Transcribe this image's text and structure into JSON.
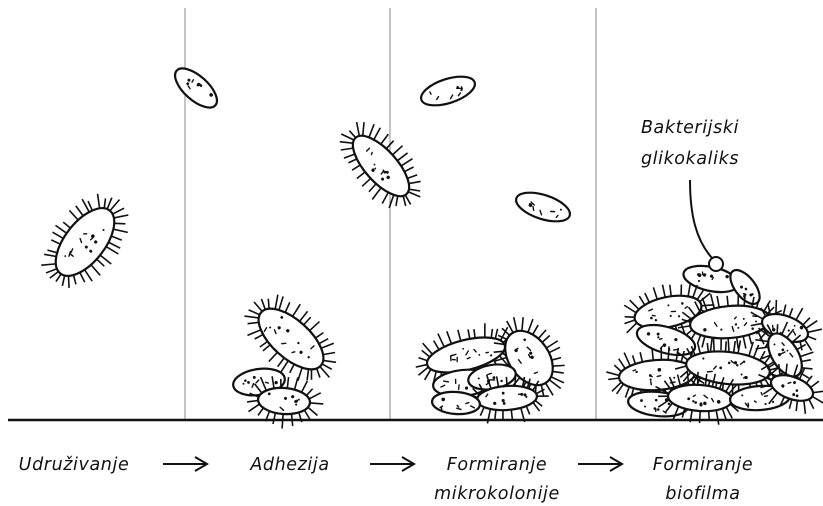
{
  "stages": [
    {
      "label": "Udruživanje"
    },
    {
      "label": "Adhezija"
    },
    {
      "label": "Formiranje",
      "label2": "mikrokolonije"
    },
    {
      "label": "Formiranje",
      "label2": "biofilma"
    }
  ],
  "callout": {
    "line1": "Bakterijski",
    "line2": "glikokaliks"
  },
  "arrows": [
    "⟶",
    "⟶",
    "⟶"
  ],
  "colors": {
    "ink": "#111111",
    "divider": "#888888",
    "background": "#ffffff"
  }
}
